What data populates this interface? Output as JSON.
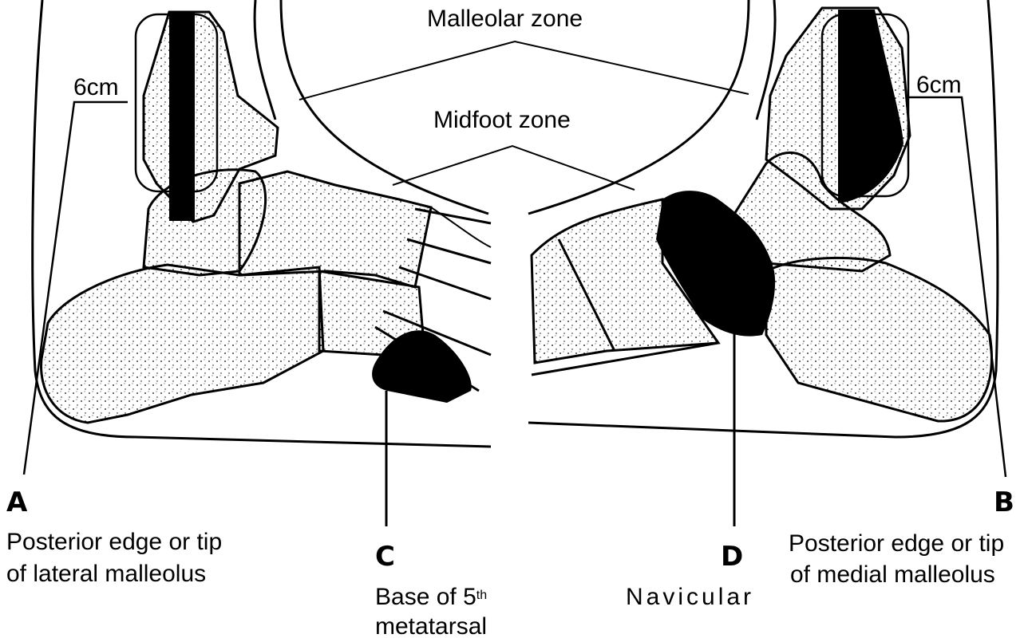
{
  "labels": {
    "malleolar_zone": "Malleolar zone",
    "midfoot_zone": "Midfoot zone",
    "distance_left": "6cm",
    "distance_right": "6cm",
    "a": {
      "letter": "A",
      "line1": "Posterior edge or tip",
      "line2": "of lateral malleolus"
    },
    "b": {
      "letter": "B",
      "line1": "Posterior edge or tip",
      "line2": "of medial malleolus"
    },
    "c": {
      "letter": "C",
      "line1_pre": "Base of 5",
      "line1_sup": "th",
      "line2": "metatarsal"
    },
    "d": {
      "letter": "D",
      "line1": "Navicular"
    }
  }
}
